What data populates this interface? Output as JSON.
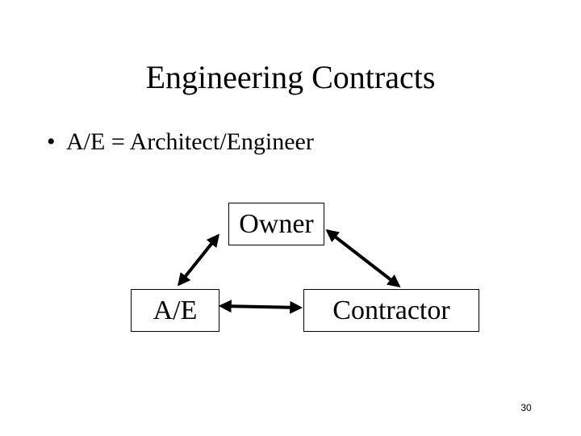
{
  "slide": {
    "title": "Engineering Contracts",
    "bullet": "•",
    "bullet_text": "A/E = Architect/Engineer",
    "page_number": "30"
  },
  "diagram": {
    "nodes": {
      "owner": "Owner",
      "ae": "A/E",
      "contractor": "Contractor"
    }
  }
}
